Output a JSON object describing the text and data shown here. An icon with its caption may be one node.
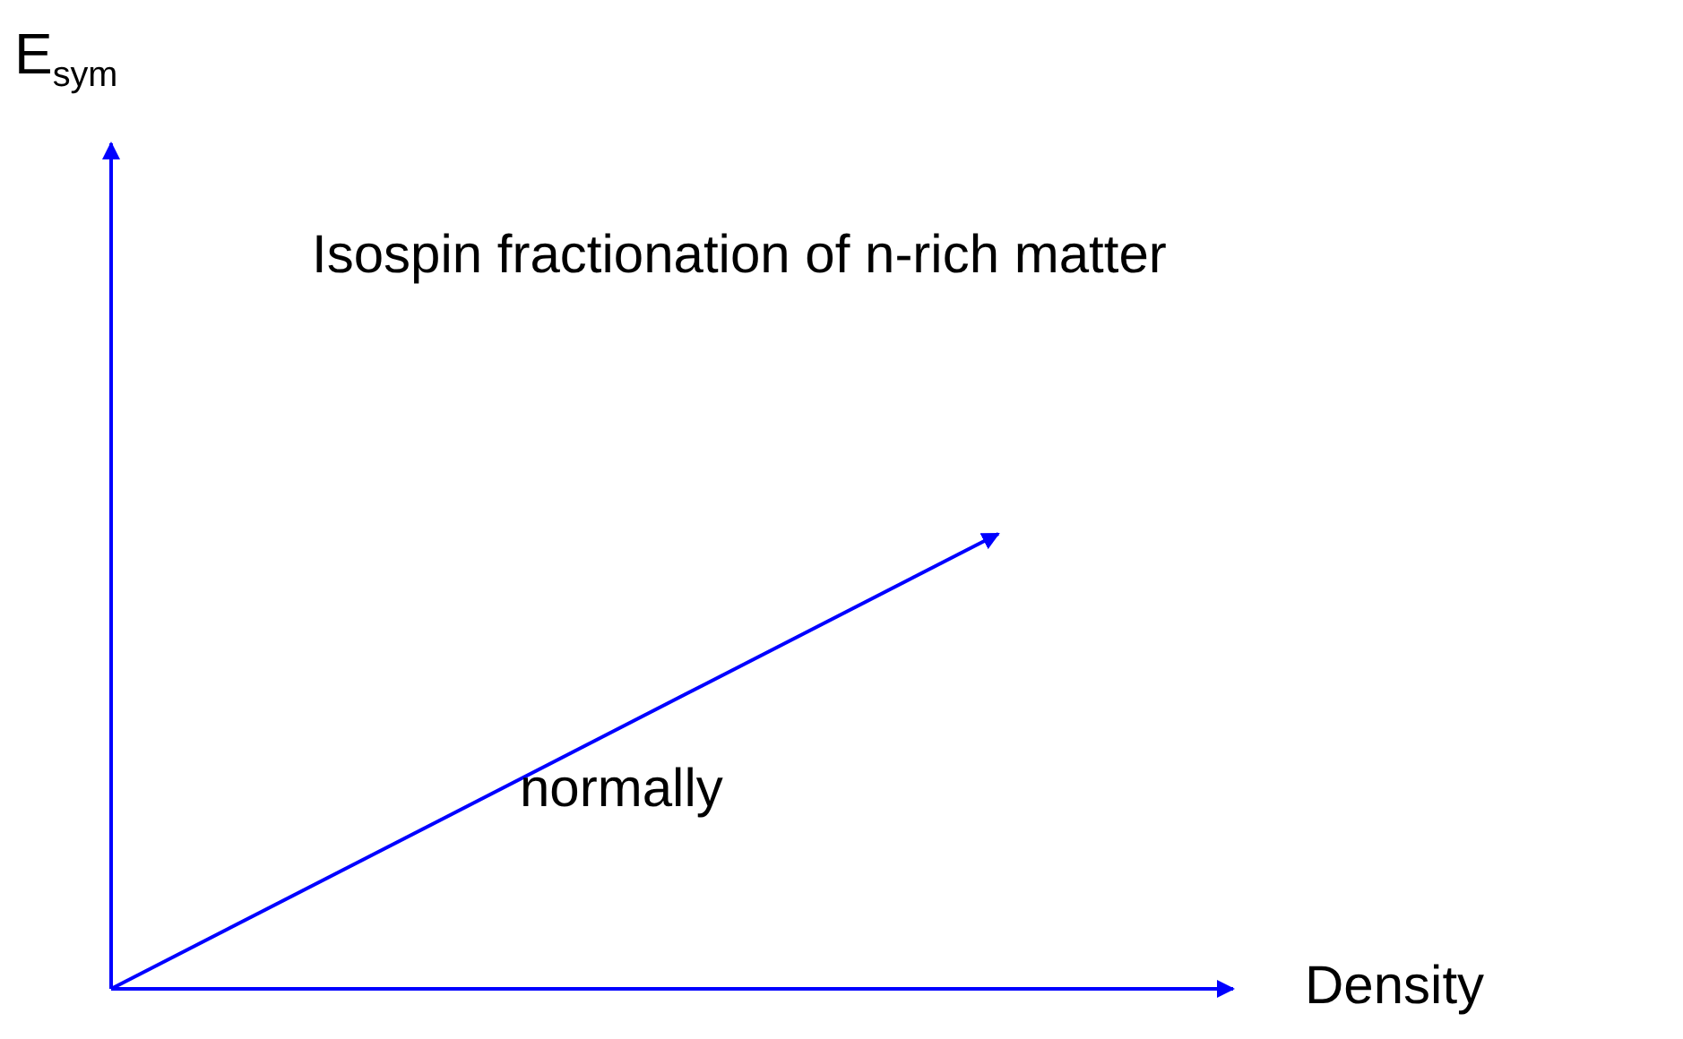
{
  "diagram": {
    "labels": [
      "E$_{sym}$",
      "Isospin fractionation of n-rich matter",
      "normally",
      "Density"
    ]
  }
}
